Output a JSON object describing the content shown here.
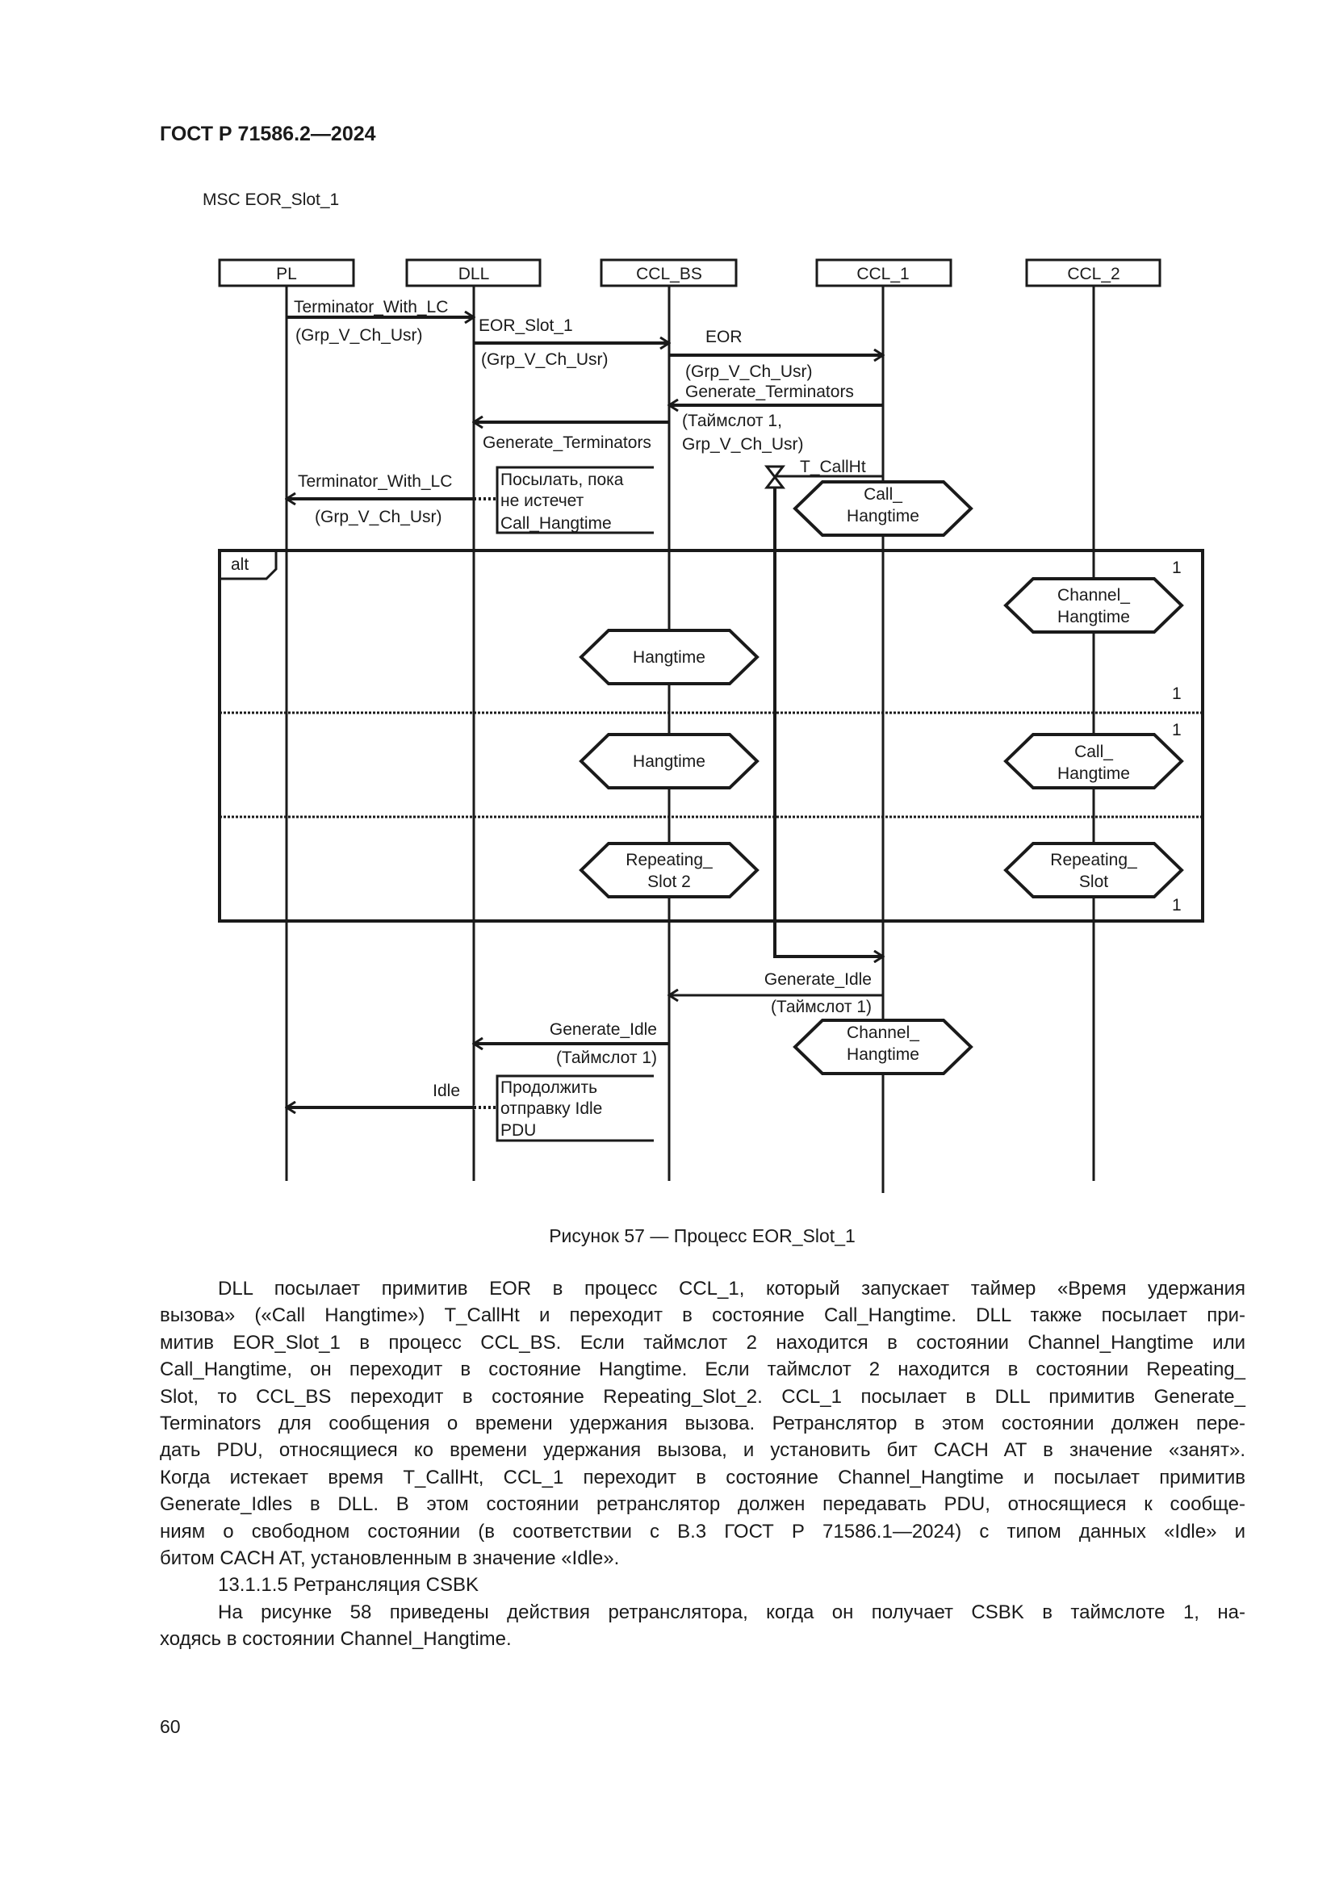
{
  "header": {
    "doc_code": "ГОСТ Р 71586.2—2024"
  },
  "figure": {
    "msc_title": "MSC EOR_Slot_1",
    "instances": [
      "PL",
      "DLL",
      "CCL_BS",
      "CCL_1",
      "CCL_2"
    ],
    "messages": {
      "m1": {
        "label": "Terminator_With_LC",
        "param": "(Grp_V_Ch_Usr)"
      },
      "m2": {
        "label": "EOR_Slot_1",
        "param": "(Grp_V_Ch_Usr)"
      },
      "m3": {
        "label": "EOR",
        "param": "(Grp_V_Ch_Usr)"
      },
      "m4": {
        "label": "Generate_Terminators",
        "param1": "(Таймслот 1,",
        "param2": "Grp_V_Ch_Usr)"
      },
      "m5": {
        "label": "Generate_Terminators"
      },
      "m6": {
        "label": "Terminator_With_LC",
        "param": "(Grp_V_Ch_Usr)"
      },
      "m7": {
        "label": "Generate_Idle",
        "param": "(Таймслот 1)"
      },
      "m8": {
        "label": "Generate_Idle",
        "param": "(Таймслот 1)"
      },
      "m9": {
        "label": "Idle"
      }
    },
    "timer": "T_CallHt",
    "notes": {
      "n1": [
        "Посылать, пока",
        "не истечет",
        "Call_Hangtime"
      ],
      "n2": [
        "Продолжить",
        "отправку Idle",
        "PDU"
      ]
    },
    "states": {
      "s1": [
        "Call_",
        "Hangtime"
      ],
      "s2": [
        "Channel_",
        "Hangtime"
      ],
      "s3": [
        "Hangtime"
      ],
      "s4": [
        "Hangtime"
      ],
      "s5": [
        "Call_",
        "Hangtime"
      ],
      "s6": [
        "Repeating_",
        "Slot 2"
      ],
      "s7": [
        "Repeating_",
        "Slot"
      ],
      "s8": [
        "Channel_",
        "Hangtime"
      ]
    },
    "alt": {
      "label": "alt",
      "marks": [
        "1",
        "1",
        "1",
        "1"
      ]
    },
    "caption": "Рисунок 57 — Процесс EOR_Slot_1"
  },
  "body": {
    "lines": [
      "DLL посылает примитив EOR в процесс CCL_1, который запускает таймер «Время удержания",
      "вызова» («Call Hangtime») T_CallHt и переходит в состояние Call_Hangtime. DLL также посылает при-",
      "митив EOR_Slot_1 в процесс CCL_BS. Если таймслот 2 находится в состоянии Channel_Hangtime или",
      "Call_Hangtime, он переходит в состояние Hangtime. Если таймслот 2 находится в состоянии Repeating_",
      "Slot, то CCL_BS переходит в состояние Repeating_Slot_2. CCL_1 посылает в DLL примитив Generate_",
      "Terminators для сообщения о времени удержания вызова. Ретранслятор в этом состоянии должен пере-",
      "дать PDU, относящиеся ко времени удержания вызова, и установить бит CACH AT в значение «занят».",
      "Когда истекает время T_CallHt, CCL_1 переходит в состояние Channel_Hangtime и посылает примитив",
      "Generate_Idles в DLL. В этом состоянии ретранслятор должен передавать PDU, относящиеся к сообще-",
      "ниям о свободном состоянии (в соответствии с В.3 ГОСТ Р 71586.1—2024) с типом данных «Idle» и",
      "битом CACH AT, установленным в значение «Idle».",
      "13.1.1.5 Ретрансляция CSBK",
      "На рисунке 58 приведены действия ретранслятора, когда он получает CSBK в таймслоте 1, на-",
      "ходясь в состоянии Channel_Hangtime."
    ]
  },
  "page_number": "60"
}
